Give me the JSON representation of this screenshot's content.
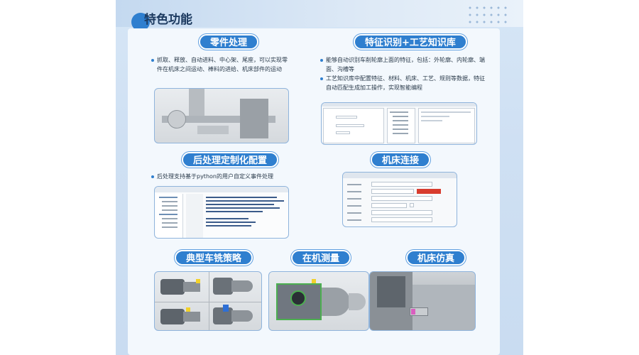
{
  "page": {
    "section_title": "特色功能"
  },
  "sections": {
    "parts": {
      "title": "零件处理",
      "bullets": [
        "抓取、释放、自动进料、中心架、尾座，可以实现零件在机床之间运动、棒料的进给、机床部件的运动"
      ]
    },
    "feature": {
      "title": "特征识别+工艺知识库",
      "bullets": [
        "能够自动识别车削轮廓上面的特征，包括：外轮廓、内轮廓、端面、沟槽等",
        "工艺知识库中配置特征、材料、机床、工艺、规则等数据，特征自动匹配生成加工操作，实现智能编程"
      ]
    },
    "post": {
      "title": "后处理定制化配置",
      "bullets": [
        "后处理支持基于python的用户自定义事件处理"
      ]
    },
    "machine_conn": {
      "title": "机床连接"
    },
    "turning": {
      "title": "典型车铣策略"
    },
    "probing": {
      "title": "在机测量"
    },
    "simulation": {
      "title": "机床仿真"
    }
  },
  "colors": {
    "accent": "#2f7fcf",
    "title_text": "#1c3a60",
    "panel": "#f3f8fd",
    "dialog_red": "#d83c2e"
  }
}
